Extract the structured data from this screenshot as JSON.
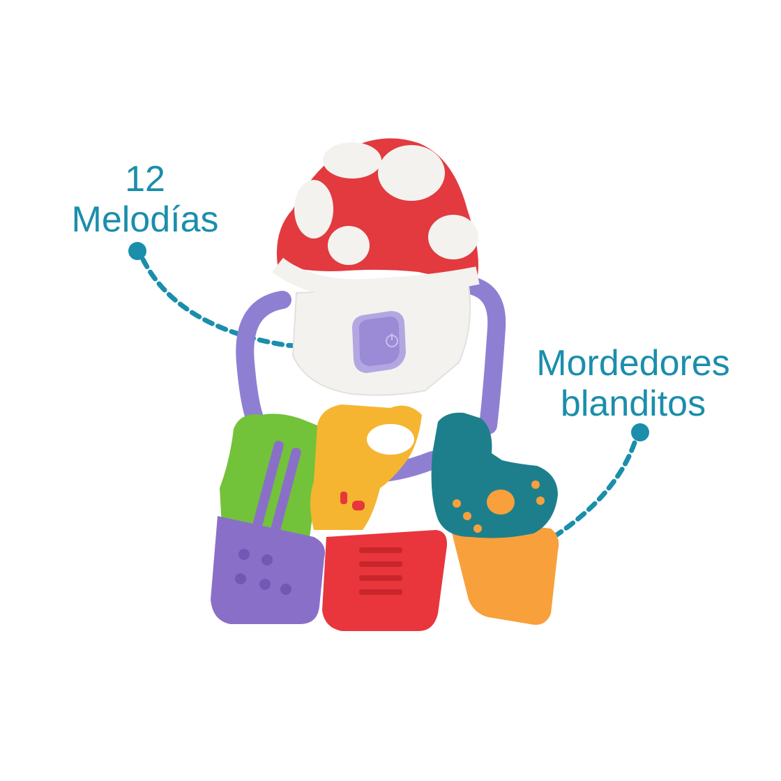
{
  "callouts": {
    "melodies": {
      "line1": "12",
      "line2": "Melodías"
    },
    "teethers": {
      "line1": "Mordedores",
      "line2": "blanditos"
    }
  },
  "colors": {
    "callout_text": "#1a8eab",
    "mushroom_red": "#e23a3f",
    "mushroom_white": "#f3f2ef",
    "ring_purple": "#8f7fd3",
    "key_green": "#72c23a",
    "key_purple": "#8a6fc9",
    "key_yellow": "#f5b531",
    "key_red": "#e8363c",
    "key_teal": "#1e7f8c",
    "key_orange": "#f8a03b"
  },
  "icons": [
    "power-icon"
  ]
}
